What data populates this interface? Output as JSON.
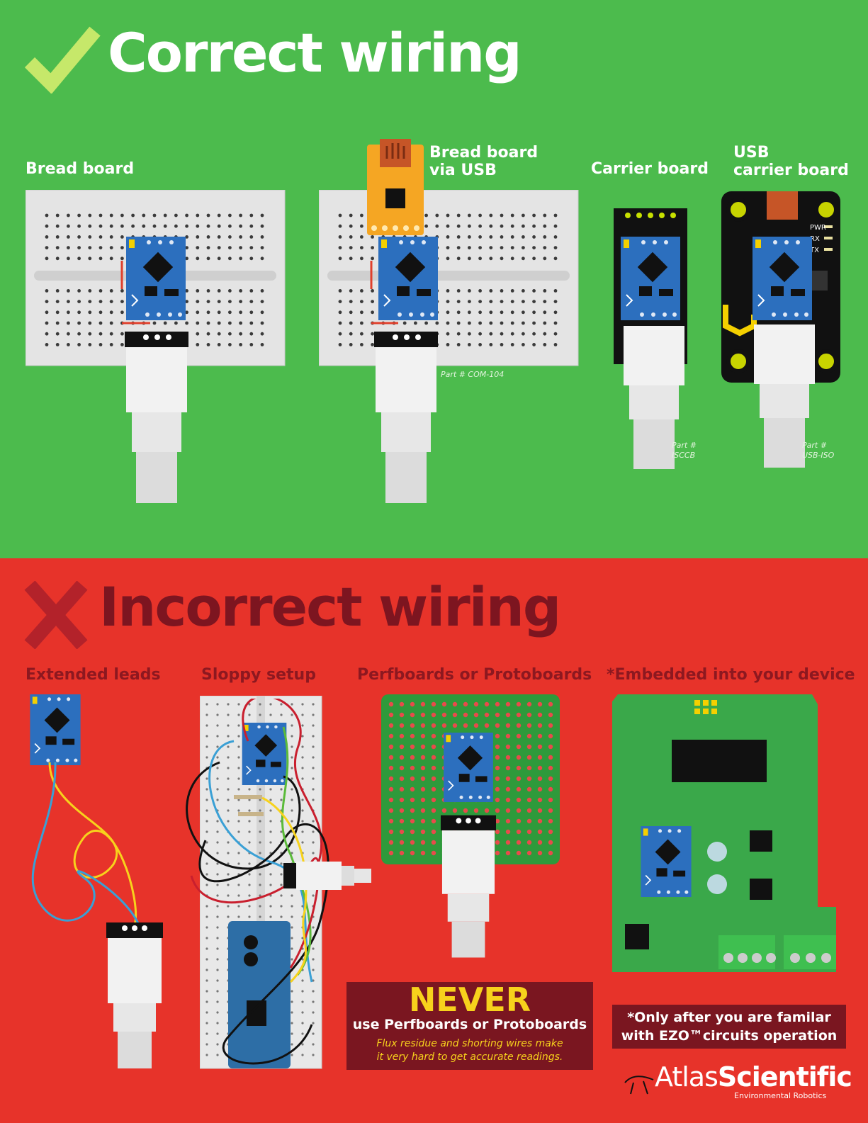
{
  "correct": {
    "title": "Correct wiring",
    "boards": [
      {
        "label": "Bread board"
      },
      {
        "label_line1": "Bread board",
        "label_line2": "via USB",
        "part": "Part # COM-104"
      },
      {
        "label": "Carrier board",
        "part_line1": "Part #",
        "part_line2": "ISCCB"
      },
      {
        "label_line1": "USB",
        "label_line2": "carrier board",
        "part_line1": "Part #",
        "part_line2": "USB-ISO"
      }
    ],
    "usb_leds": [
      "PWR",
      "RX",
      "TX"
    ]
  },
  "incorrect": {
    "title": "Incorrect wiring",
    "examples": [
      {
        "label": "Extended leads"
      },
      {
        "label": "Sloppy setup"
      },
      {
        "label": "Perfboards or Protoboards"
      },
      {
        "label": "*Embedded into your device"
      }
    ],
    "never": {
      "headline": "NEVER",
      "subhead": "use Perfboards or Protoboards",
      "note_line1": "Flux residue and shorting wires make",
      "note_line2": "it very hard to get accurate readings."
    },
    "embed_note": {
      "line1": "*Only after you are familar",
      "line2": "with EZO™circuits operation"
    }
  },
  "brand": {
    "name_light": "Atlas",
    "name_bold": "Scientific",
    "tagline": "Environmental Robotics"
  },
  "colors": {
    "green": "#4cbb4d",
    "red": "#e7332a",
    "dark_red": "#7a1620",
    "check": "#c6e86a",
    "ezo_blue": "#2c6fbe"
  }
}
